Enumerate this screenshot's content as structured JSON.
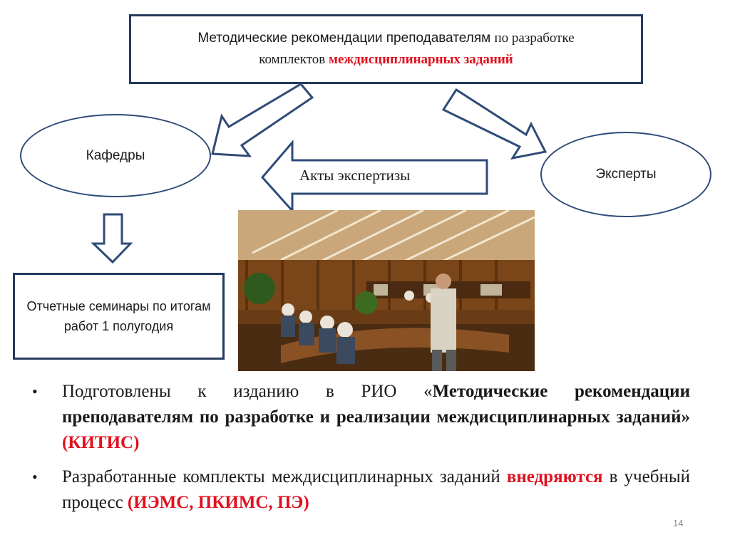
{
  "top_box": {
    "line1_a": "Методические рекомендации преподавателям ",
    "line1_b": "по разработке",
    "line2_a": "комплектов ",
    "line2_b": "междисциплинарных заданий"
  },
  "nodes": {
    "kafedry": "Кафедры",
    "eksperty": "Эксперты",
    "acts": "Акты экспертизы",
    "seminars": "Отчетные семинары по итогам работ 1 полугодия"
  },
  "bullets": {
    "b1_a": "Подготовлены к изданию в РИО «",
    "b1_b": "Методические рекомендации преподавателям по разработке и реализации междисциплинарных заданий",
    "b1_c": "» ",
    "b1_d": "(КИТИС)",
    "b2_a": "Разработанные комплекты междисциплинарных заданий ",
    "b2_b": "внедряются",
    "b2_c": " в учебный процесс ",
    "b2_d": "(ИЭМС, ПКИМС, ПЭ)"
  },
  "page_number": "14",
  "colors": {
    "accent_red": "#e0101e",
    "box_border": "#243b5c",
    "arrow_border": "#2f4b78"
  },
  "icons": {
    "bullet": "•"
  }
}
